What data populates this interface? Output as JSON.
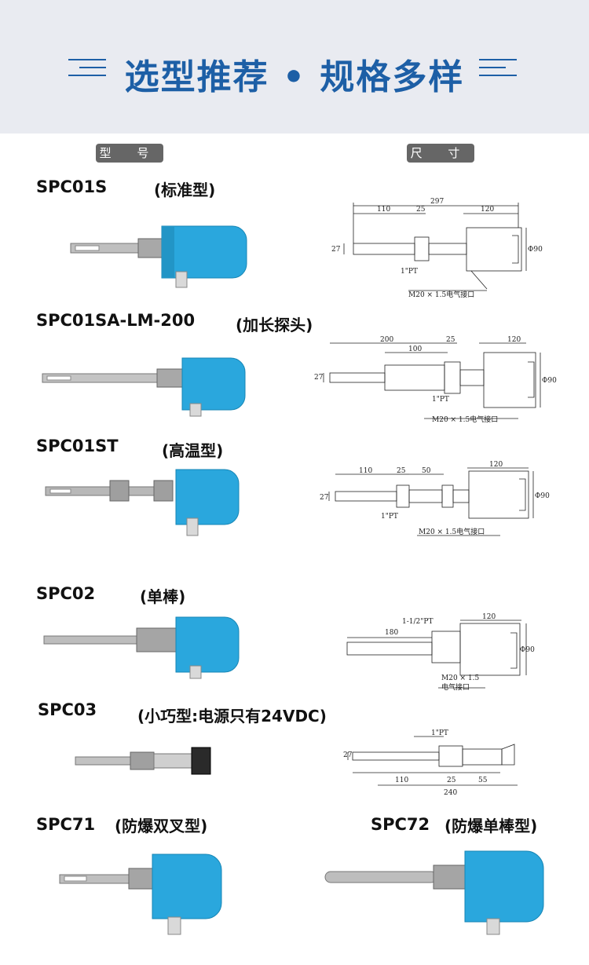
{
  "banner": {
    "title": "选型推荐 • 规格多样"
  },
  "headers": {
    "model": "型 号",
    "size": "尺 寸"
  },
  "products": [
    {
      "model": "SPC01S",
      "type": "(标准型)",
      "dims": {
        "total": "297",
        "a": "110",
        "b": "25",
        "c": "120",
        "h": "27",
        "dia": "Φ90",
        "pt": "1\"PT",
        "conn": "M20 × 1.5电气接口"
      }
    },
    {
      "model": "SPC01SA-LM-200",
      "type": "(加长探头)",
      "dims": {
        "a": "200",
        "b": "100",
        "c": "25",
        "d": "120",
        "h": "27",
        "dia": "Φ90",
        "pt": "1\"PT",
        "conn": "M20 × 1.5电气接口"
      }
    },
    {
      "model": "SPC01ST",
      "type": "(高温型)",
      "dims": {
        "a": "110",
        "b": "25",
        "c": "50",
        "d": "120",
        "h": "27",
        "dia": "Φ90",
        "pt": "1\"PT",
        "conn": "M20 × 1.5电气接口"
      }
    },
    {
      "model": "SPC02",
      "type": "(单棒)",
      "dims": {
        "a": "180",
        "pt": "1-1/2\"PT",
        "c": "120",
        "dia": "Φ90",
        "conn1": "M20 × 1.5",
        "conn2": "电气接口"
      }
    },
    {
      "model": "SPC03",
      "type": "(小巧型:电源只有24VDC)",
      "dims": {
        "pt": "1\"PT",
        "h": "27",
        "a": "110",
        "b": "25",
        "c": "55",
        "total": "240"
      }
    },
    {
      "model": "SPC71",
      "type": "(防爆双叉型)"
    },
    {
      "model": "SPC72",
      "type": "(防爆单棒型)"
    }
  ]
}
